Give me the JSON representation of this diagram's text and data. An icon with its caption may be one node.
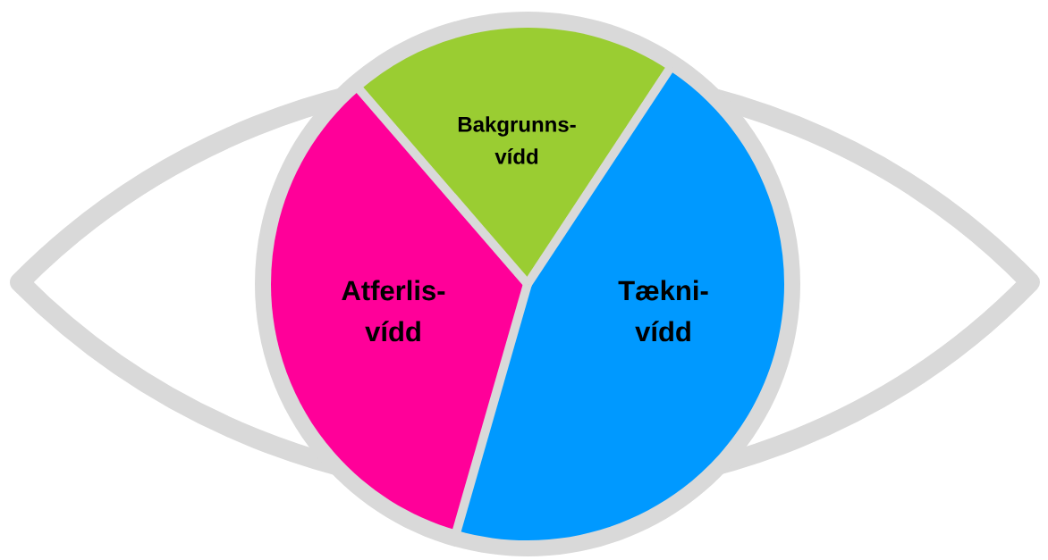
{
  "diagram": {
    "nodes": [
      {
        "text": [
          "Bakgrunns- vídd"
        ]
      },
      {
        "text": [
          "Atferlis- vídd"
        ]
      },
      {
        "text": [
          "Tækni- vídd"
        ]
      }
    ]
  }
}
